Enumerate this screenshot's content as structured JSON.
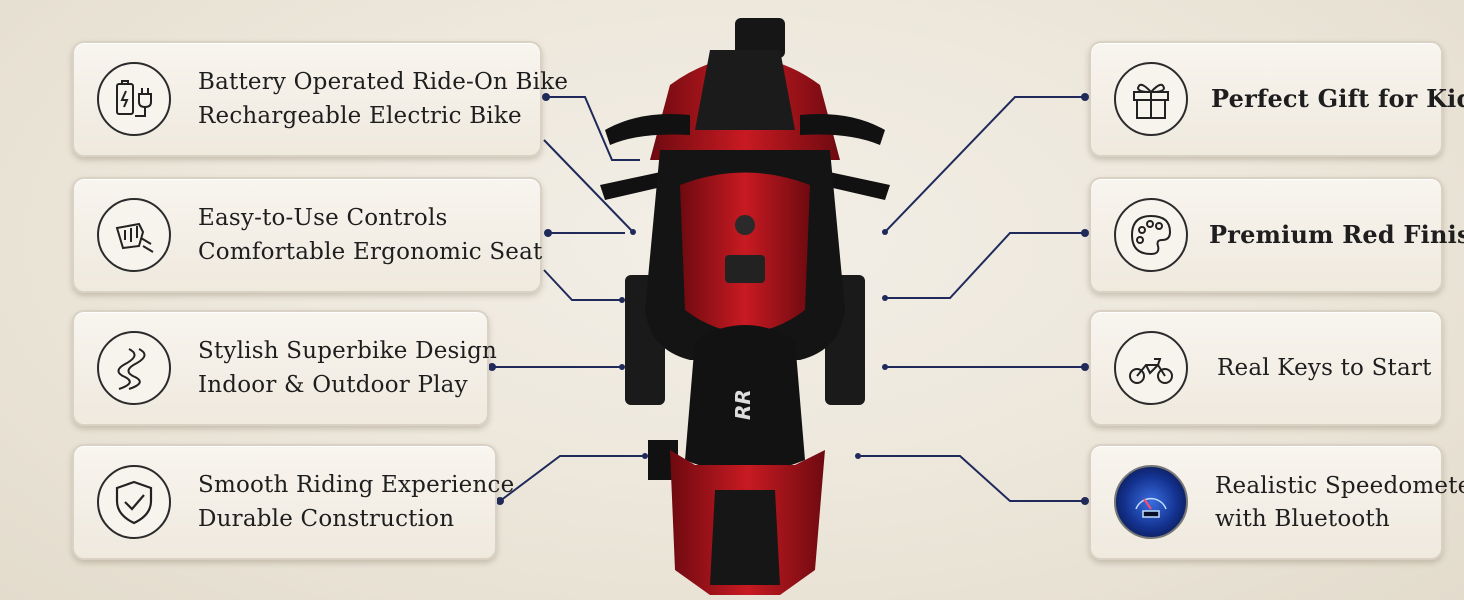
{
  "features_left": [
    {
      "line1": "Battery Operated Ride-On Bike",
      "line2": "Rechargeable Electric Bike",
      "icon": "battery-plug-icon"
    },
    {
      "line1": "Easy-to-Use Controls",
      "line2": "Comfortable Ergonomic Seat",
      "icon": "hand-grip-icon"
    },
    {
      "line1": "Stylish Superbike Design",
      "line2": "Indoor & Outdoor Play",
      "icon": "winding-road-icon"
    },
    {
      "line1": "Smooth Riding Experience",
      "line2": "Durable Construction",
      "icon": "shield-check-icon"
    }
  ],
  "features_right": [
    {
      "line1": "Perfect Gift for Kids",
      "icon": "gift-icon"
    },
    {
      "line1": "Premium Red Finish",
      "icon": "paint-palette-icon"
    },
    {
      "line1": "Real Keys to Start",
      "icon": "motorcycle-icon"
    },
    {
      "line1": "Realistic Speedometer",
      "line2": "with Bluetooth",
      "icon": "speedometer-icon"
    }
  ],
  "bike_badge": "RR",
  "colors": {
    "bike_red": "#b3121c",
    "bike_black": "#141414",
    "connector": "#1f2a5a",
    "card_bg": "#f4f0e8"
  }
}
